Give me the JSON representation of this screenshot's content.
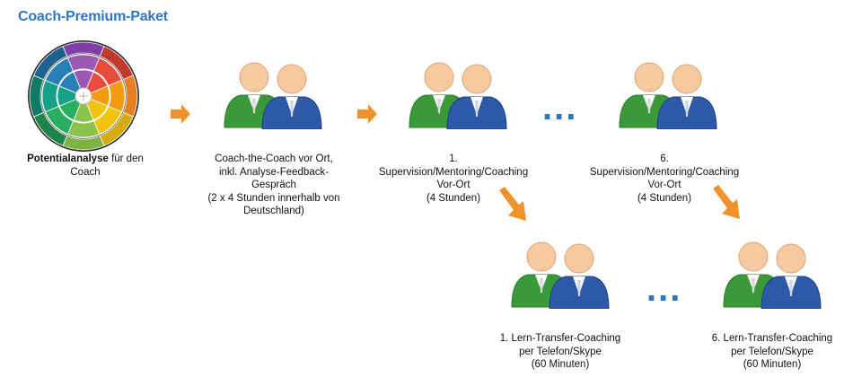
{
  "title": "Coach-Premium-Paket",
  "wheel": {
    "icon": "potential-analysis-wheel-icon",
    "colors": [
      "#9b59b6",
      "#e74c3c",
      "#f39c12",
      "#f1c40f",
      "#8bc34a",
      "#27ae60",
      "#16a085",
      "#2980b9"
    ]
  },
  "steps": [
    {
      "icon": "coach-pair-icon",
      "caption_lines": [
        "Coach-the-Coach vor Ort,",
        "inkl. Analyse-Feedback-",
        "Gespräch",
        "(2 x 4 Stunden innerhalb von",
        "Deutschland)"
      ]
    },
    {
      "icon": "coach-pair-icon",
      "caption_lines": [
        "1.",
        "Supervision/Mentoring/Coaching",
        "Vor-Ort",
        "(4 Stunden)"
      ]
    },
    {
      "icon": "coach-pair-icon",
      "caption_lines": [
        "6.",
        "Supervision/Mentoring/Coaching",
        "Vor-Ort",
        "(4 Stunden)"
      ]
    },
    {
      "icon": "coach-pair-icon",
      "caption_lines": [
        "1. Lern-Transfer-Coaching",
        "per Telefon/Skype",
        "(60 Minuten)"
      ]
    },
    {
      "icon": "coach-pair-icon",
      "caption_lines": [
        "6. Lern-Transfer-Coaching",
        "per Telefon/Skype",
        "(60 Minuten)"
      ]
    }
  ],
  "potential": {
    "bold": "Potentialanalyse",
    "rest": " für den",
    "line2": "Coach"
  },
  "ellipsis": "...",
  "colors": {
    "title": "#2e75c8",
    "arrow": "#f0922b",
    "green": "#3a9a3a",
    "blue": "#2c5aa8",
    "skin": "#f6c9a0"
  }
}
